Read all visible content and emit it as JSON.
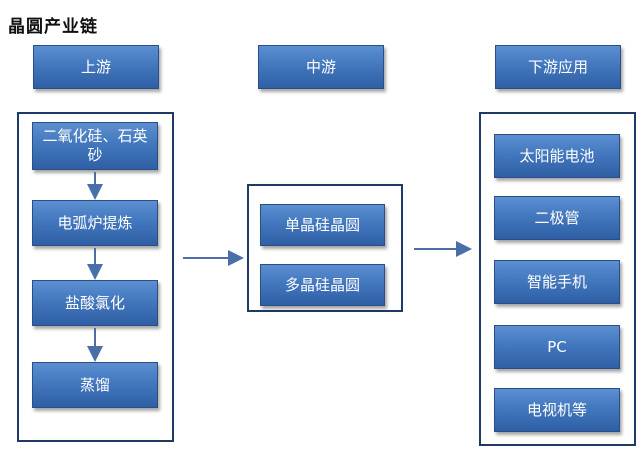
{
  "title": "晶圆产业链",
  "headers": {
    "upstream": "上游",
    "midstream": "中游",
    "downstream": "下游应用"
  },
  "upstream_steps": [
    "二氧化硅、石英砂",
    "电弧炉提炼",
    "盐酸氯化",
    "蒸馏"
  ],
  "midstream_items": [
    "单晶硅晶圆",
    "多晶硅晶圆"
  ],
  "downstream_items": [
    "太阳能电池",
    "二极管",
    "智能手机",
    "PC",
    "电视机等"
  ],
  "colors": {
    "box_fill": "#3f73ba",
    "frame_border": "#1f3a68",
    "arrow": "#4a6ea8"
  }
}
